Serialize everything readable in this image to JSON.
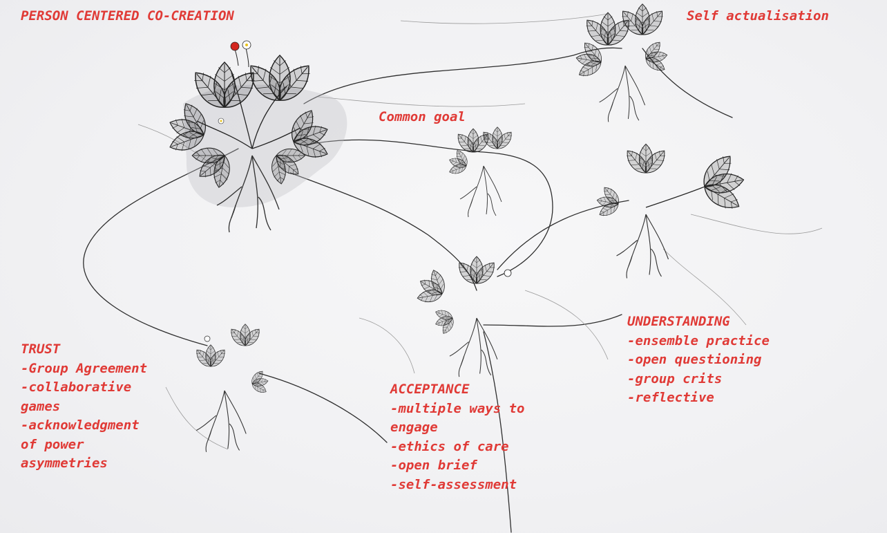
{
  "labels": {
    "title": "PERSON CENTERED CO-CREATION",
    "self_actualisation": "Self actualisation",
    "common_goal": "Common goal",
    "trust": {
      "lines": [
        "TRUST",
        "-Group Agreement",
        "-collaborative",
        "games",
        "-acknowledgment",
        "of power",
        "asymmetries"
      ]
    },
    "acceptance": {
      "lines": [
        "ACCEPTANCE",
        "-multiple ways to",
        "engage",
        "-ethics of care",
        "-open brief",
        "-self-assessment"
      ]
    },
    "understanding": {
      "lines": [
        "UNDERSTANDING",
        "-ensemble practice",
        "-open questioning",
        "-group crits",
        "-reflective"
      ]
    }
  },
  "colors": {
    "label": "#e03a36",
    "ink": "#2a2a2a",
    "berry_red": "#d3261f",
    "flower_yellow": "#e8c21a"
  }
}
